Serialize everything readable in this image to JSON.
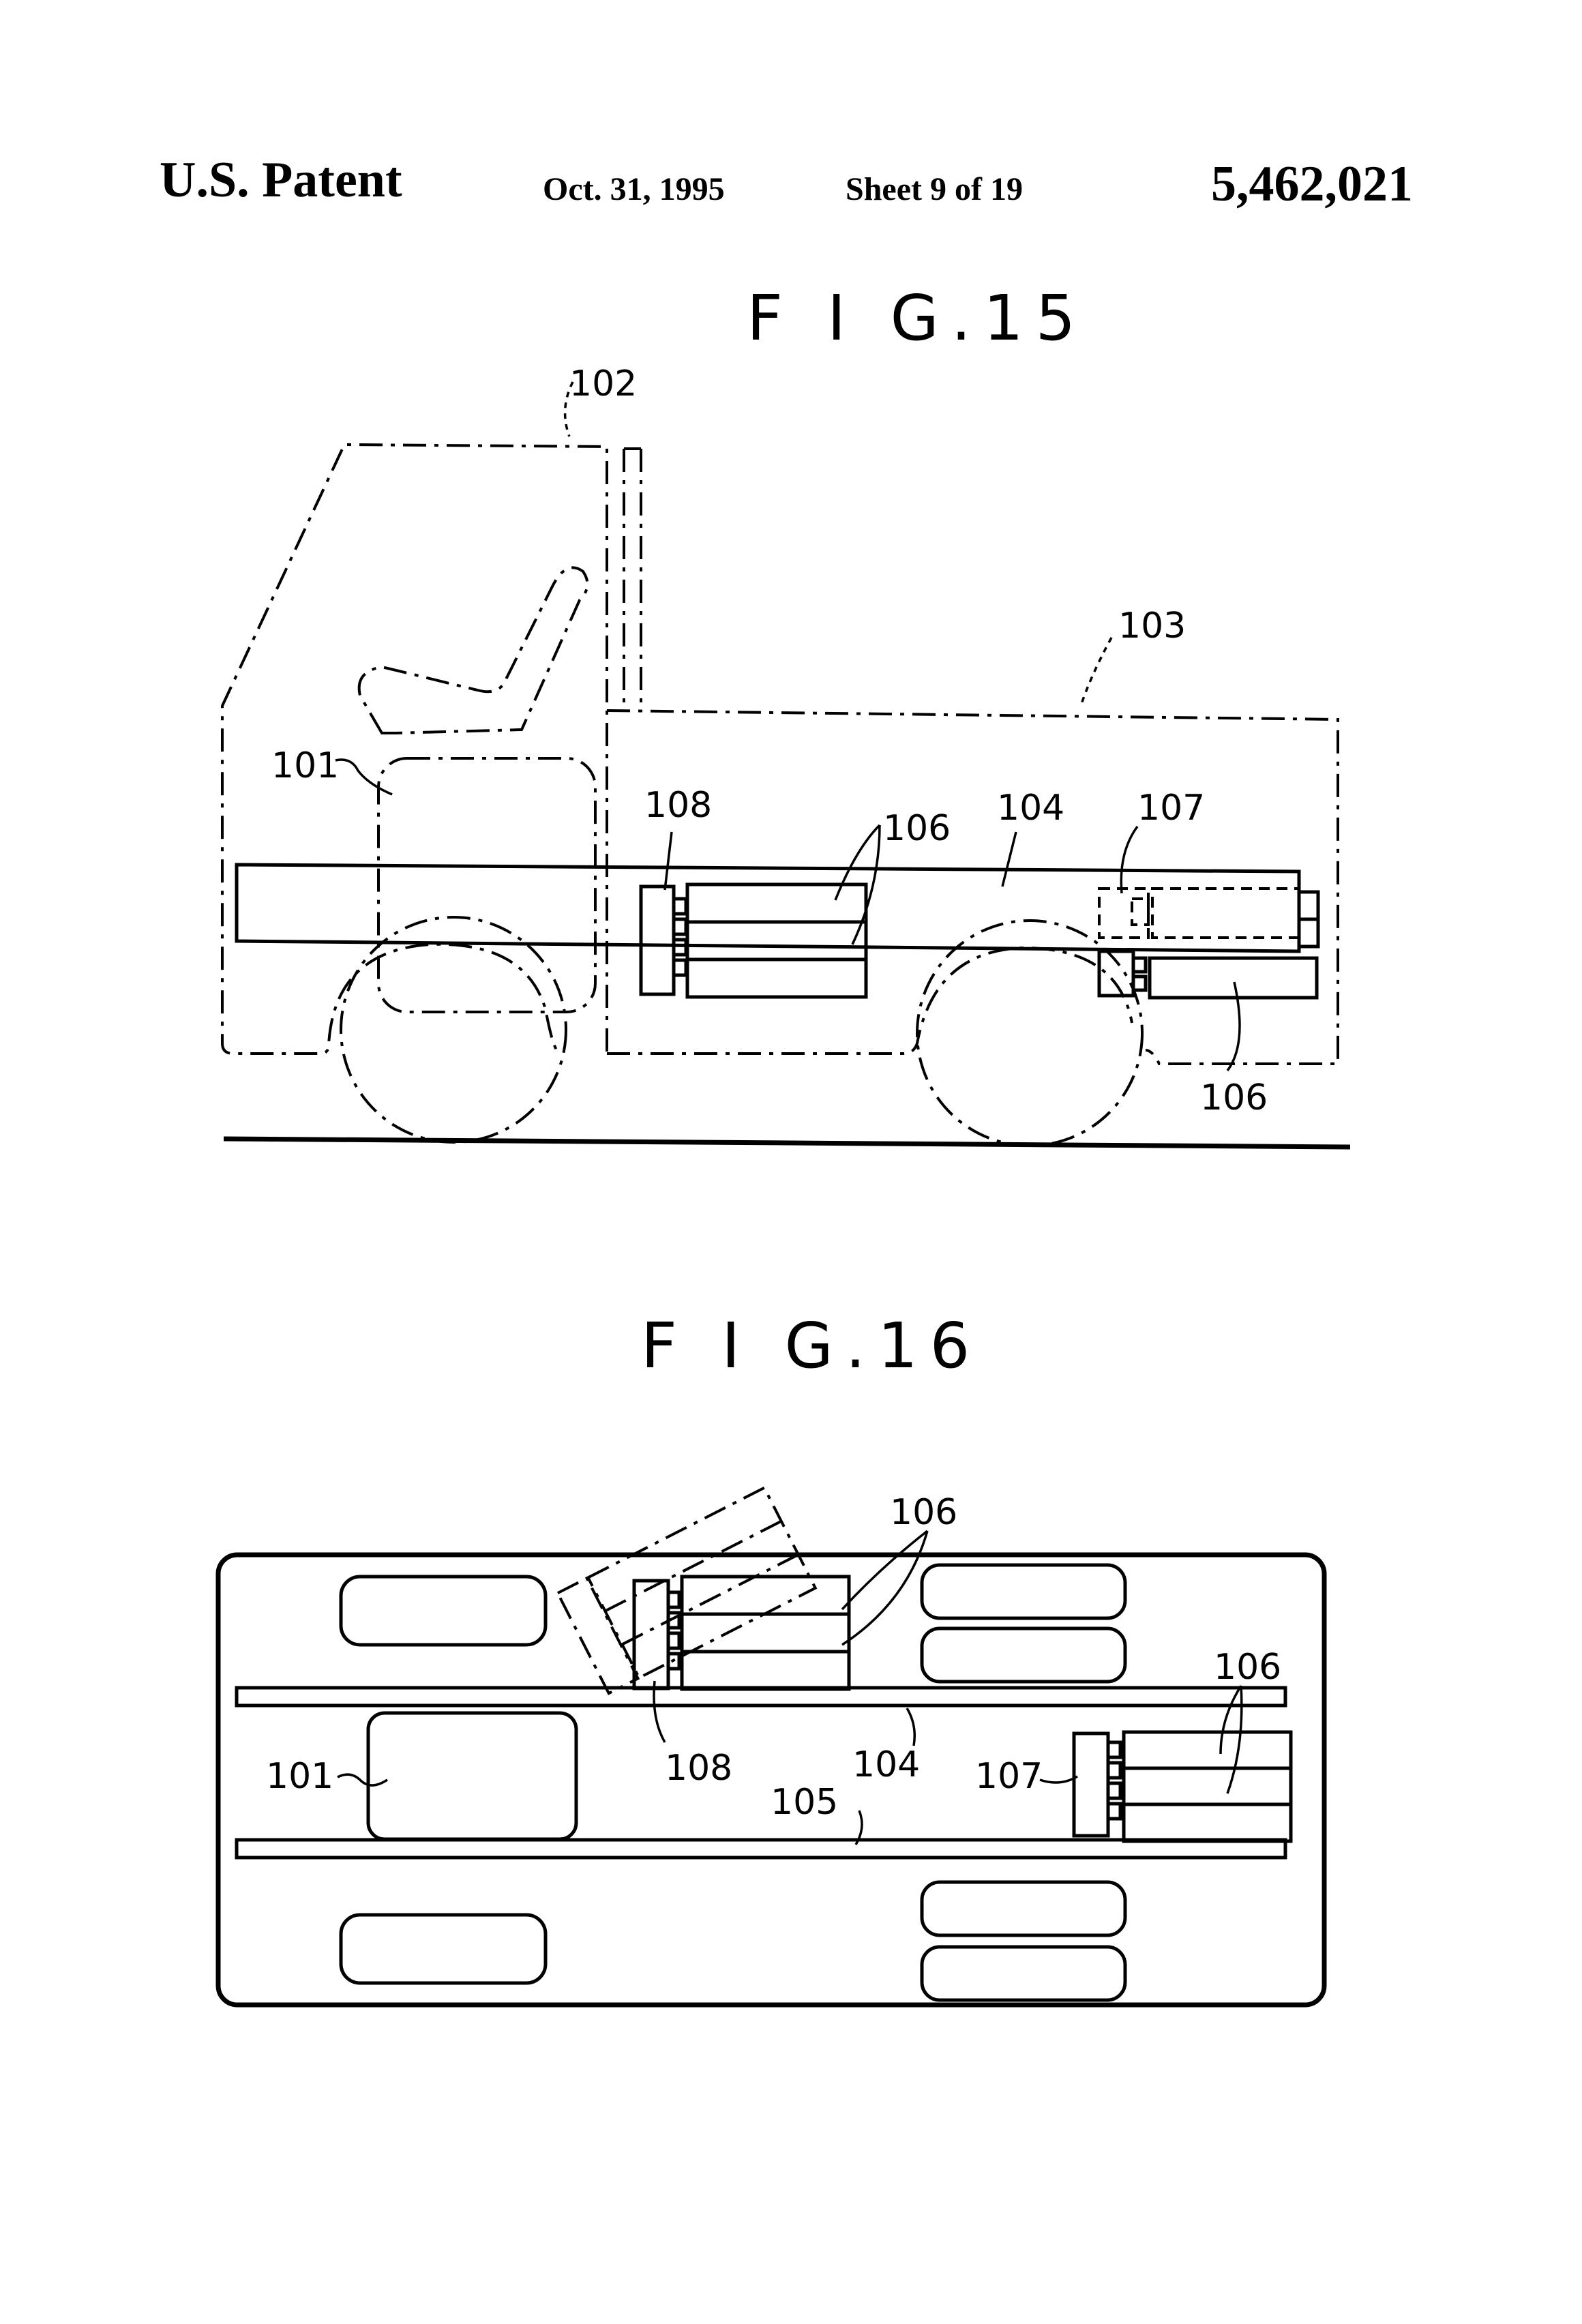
{
  "header": {
    "left": "U.S. Patent",
    "date": "Oct. 31, 1995",
    "sheet": "Sheet 9 of 19",
    "patent_number": "5,462,021"
  },
  "fig15": {
    "title": "F I G.15",
    "labels": {
      "motor": "101",
      "cab": "102",
      "body": "103",
      "frame": "104",
      "battery_a": "106",
      "battery_b": "106",
      "unit_107": "107",
      "unit_108": "108"
    }
  },
  "fig16": {
    "title": "F I G.16",
    "labels": {
      "motor": "101",
      "frame": "104",
      "frame_lower": "105",
      "battery_a": "106",
      "battery_b": "106",
      "unit_107": "107",
      "unit_108": "108"
    }
  }
}
